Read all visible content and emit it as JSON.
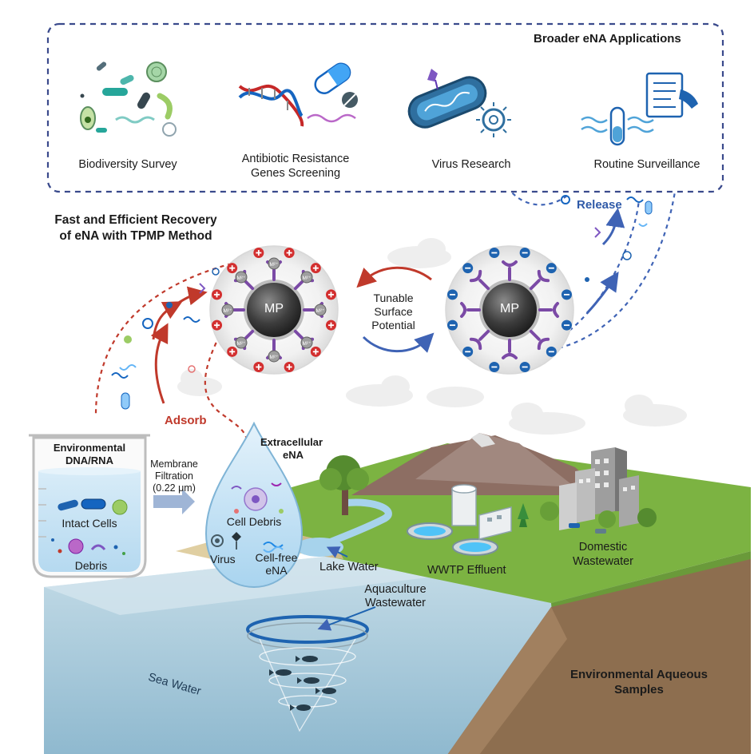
{
  "applications": {
    "title": "Broader eNA Applications",
    "items": [
      {
        "label": "Biodiversity Survey"
      },
      {
        "label_line1": "Antibiotic Resistance",
        "label_line2": "Genes Screening"
      },
      {
        "label": "Virus Research"
      },
      {
        "label": "Routine Surveillance"
      }
    ]
  },
  "method": {
    "title_line1": "Fast and Efficient Recovery",
    "title_line2": "of eNA with TPMP Method",
    "adsorb": "Adsorb",
    "release": "Release",
    "particle_label": "MP",
    "metal_label": "M²⁺",
    "tunable_line1": "Tunable",
    "tunable_line2": "Surface",
    "tunable_line3": "Potential"
  },
  "beaker": {
    "title_line1": "Environmental",
    "title_line2": "DNA/RNA",
    "intact_cells": "Intact Cells",
    "debris": "Debris"
  },
  "filtration": {
    "line1": "Membrane",
    "line2": "Filtration",
    "line3": "(0.22 μm)"
  },
  "droplet": {
    "title_line1": "Extracellular",
    "title_line2": "eNA",
    "cell_debris": "Cell Debris",
    "virus": "Virus",
    "cellfree_line1": "Cell-free",
    "cellfree_line2": "eNA"
  },
  "landscape": {
    "lake_water": "Lake Water",
    "wwtp": "WWTP Effluent",
    "domestic_line1": "Domestic",
    "domestic_line2": "Wastewater",
    "aquaculture_line1": "Aquaculture",
    "aquaculture_line2": "Wastewater",
    "sea_water": "Sea Water",
    "samples_line1": "Environmental Aqueous",
    "samples_line2": "Samples"
  },
  "colors": {
    "positive": "#d32f2f",
    "negative": "#1e63b0",
    "ligand": "#7b4aa6",
    "frame": "#3a4a8c",
    "water": "#b9d9ea",
    "grass": "#7cb342"
  }
}
